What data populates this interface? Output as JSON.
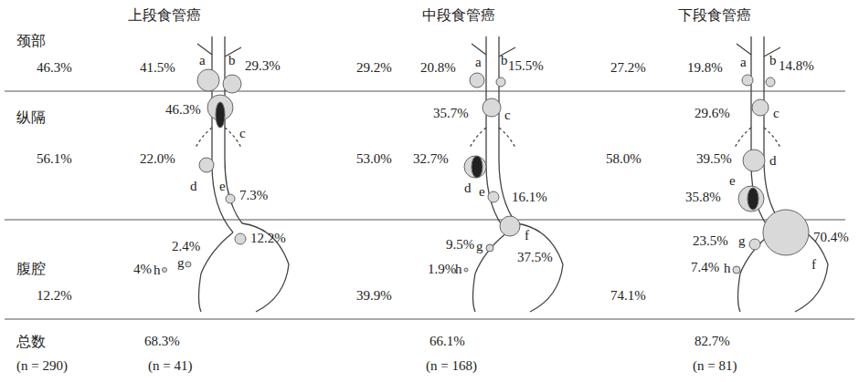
{
  "diagram": {
    "labels": [
      "上段食管癌",
      "中段食管癌",
      "下段食管癌",
      "颈部",
      "纵隔",
      "腹腔",
      "46.3%",
      "41.5%",
      "a",
      "b",
      "29.3%",
      "46.3%",
      "c",
      "56.1%",
      "22.0%",
      "d",
      "e",
      "7.3%",
      "2.4%",
      "4%",
      "h",
      "g",
      "12.2%",
      "12.2%",
      "29.2%",
      "20.8%",
      "a",
      "b",
      "15.5%",
      "35.7%",
      "c",
      "53.0%",
      "32.7%",
      "d",
      "e",
      "16.1%",
      "9.5%",
      "g",
      "f",
      "1.9%",
      "h",
      "37.5%",
      "39.9%",
      "27.2%",
      "19.8%",
      "a",
      "b",
      "14.8%",
      "29.6%",
      "c",
      "58.0%",
      "39.5%",
      "d",
      "35.8%",
      "e",
      "23.5%",
      "g",
      "70.4%",
      "7.4%",
      "h",
      "f",
      "74.1%",
      "总数",
      "68.3%",
      "66.1%",
      "82.7%",
      "(n = 290)",
      "(n = 41)",
      "(n = 168)",
      "(n = 81)"
    ]
  }
}
